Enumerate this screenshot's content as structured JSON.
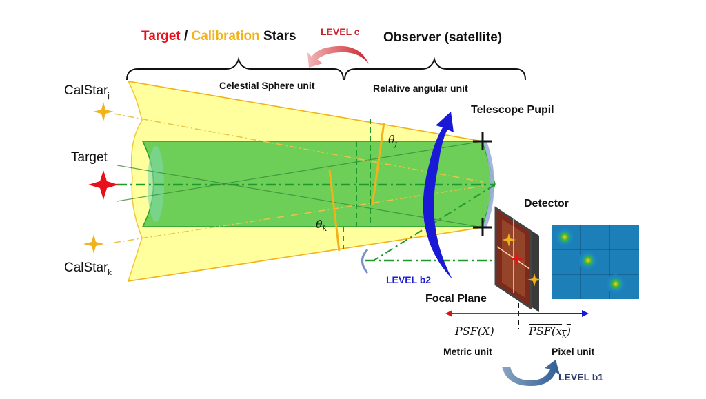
{
  "header": {
    "target_word": "Target",
    "slash": " / ",
    "calibration_word": "Calibration",
    "stars_word": " Stars",
    "observer": "Observer (satellite)",
    "level_c": "LEVEL c",
    "celestial_unit": "Celestial Sphere unit",
    "relative_unit": "Relative angular unit"
  },
  "stars": {
    "calstar_j": "CalStar",
    "calstar_j_sub": "j",
    "target": "Target",
    "calstar_k": "CalStar",
    "calstar_k_sub": "k"
  },
  "optics": {
    "telescope_pupil": "Telescope Pupil",
    "theta_j": "θ",
    "theta_j_sub": "j",
    "theta_k": "θ",
    "theta_k_sub": "k",
    "detector": "Detector",
    "focal_plane": "Focal Plane",
    "level_b2": "LEVEL b2"
  },
  "units": {
    "psf_metric": "PSF(X)",
    "psf_pixel": "PSF(x",
    "psf_pixel_sub": "k",
    "psf_pixel_close": ")",
    "metric_unit": "Metric unit",
    "pixel_unit": "Pixel unit",
    "level_b1": "LEVEL b1"
  },
  "colors": {
    "target_red": "#e8101a",
    "calibration_orange": "#f2b21b",
    "level_c_red": "#c8252c",
    "level_b2_blue": "#1a1ad6",
    "level_b1_navy": "#2b3a6b",
    "cone_yellow": "#ffff99",
    "tube_green": "#66cc55"
  }
}
